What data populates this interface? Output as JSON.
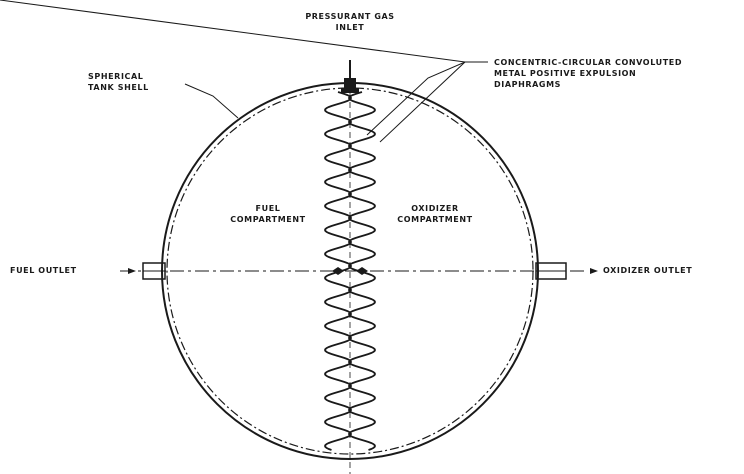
{
  "labels": {
    "pressurant_gas_inlet": [
      "PRESSURANT GAS",
      "INLET"
    ],
    "diaphragms": [
      "CONCENTRIC-CIRCULAR CONVOLUTED",
      "METAL POSITIVE EXPULSION",
      "DIAPHRAGMS"
    ],
    "tank_shell": [
      "SPHERICAL",
      "TANK SHELL"
    ],
    "fuel_compartment": [
      "FUEL",
      "COMPARTMENT"
    ],
    "oxidizer_compartment": [
      "OXIDIZER",
      "COMPARTMENT"
    ],
    "fuel_outlet": "FUEL OUTLET",
    "oxidizer_outlet": "OXIDIZER OUTLET"
  },
  "colors": {
    "ink": "#1a1a1a",
    "paper": "#ffffff"
  }
}
